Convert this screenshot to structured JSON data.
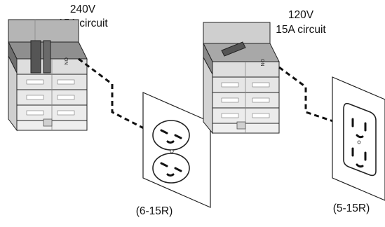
{
  "left": {
    "voltage": "240V",
    "circuit": "15A circuit",
    "receptacle": "(6-15R)",
    "handle_label": "ON"
  },
  "right": {
    "voltage": "120V",
    "circuit": "15A circuit",
    "receptacle": "(5-15R)",
    "handle_label": "ON"
  },
  "colors": {
    "outline": "#222222",
    "panel_light": "#d9d9d9",
    "panel_dark": "#9a9a9a",
    "handle": "#555555",
    "wire": "#111111",
    "plate": "#ffffff"
  }
}
